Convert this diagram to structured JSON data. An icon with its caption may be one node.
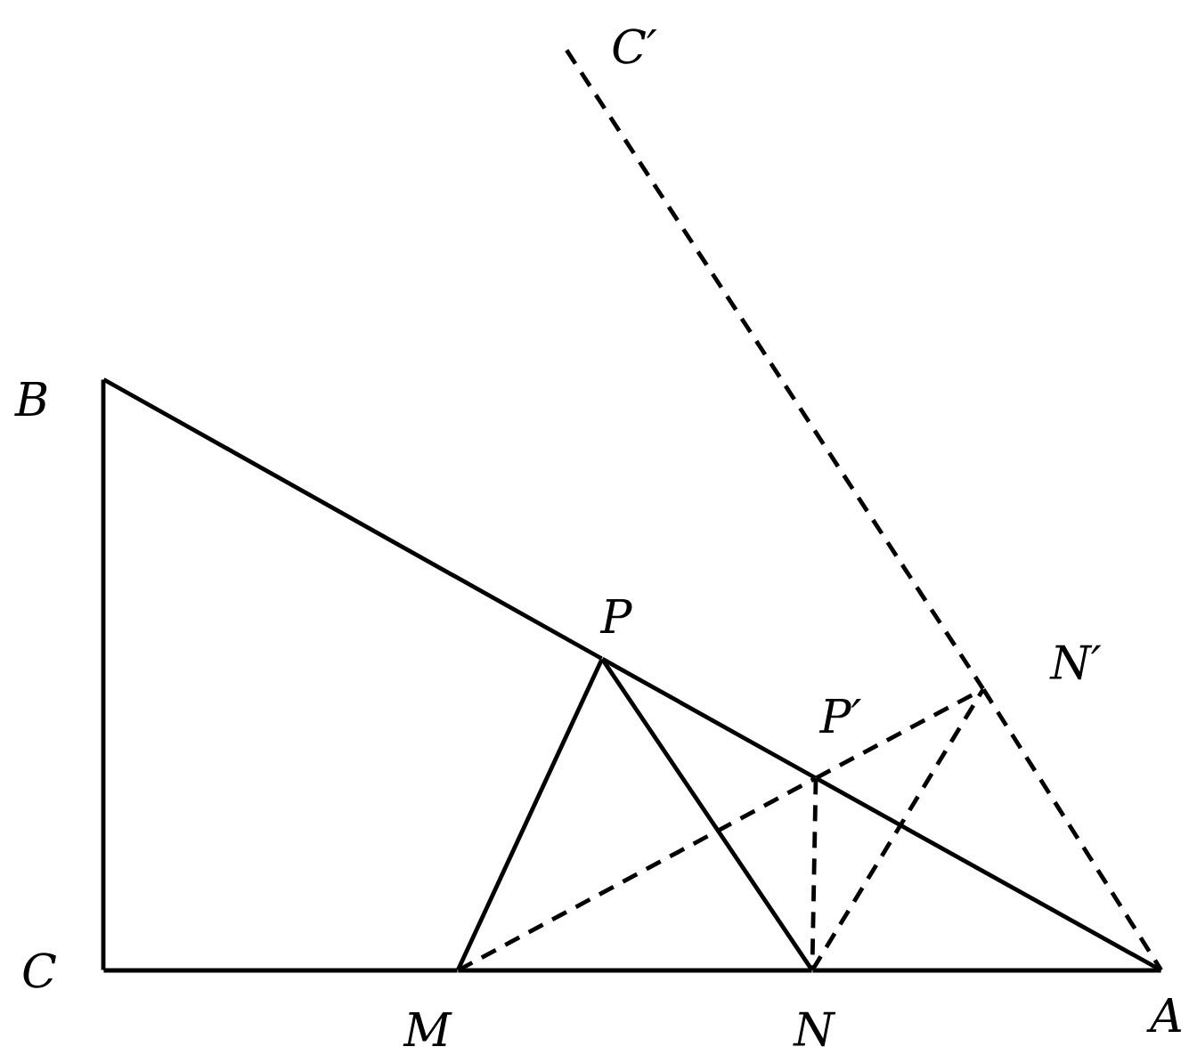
{
  "diagram": {
    "nodes": [
      {
        "text": [
          "B"
        ]
      },
      {
        "text": [
          "C"
        ]
      },
      {
        "text": [
          "M"
        ]
      },
      {
        "text": [
          "N"
        ]
      },
      {
        "text": [
          "A"
        ]
      },
      {
        "text": [
          "P"
        ]
      },
      {
        "text": [
          "P′"
        ]
      },
      {
        "text": [
          "N′"
        ]
      },
      {
        "text": [
          "C′"
        ]
      }
    ],
    "edges": [
      {
        "from": 0,
        "to": 1,
        "arrow": "none"
      },
      {
        "from": 1,
        "to": 2,
        "arrow": "none"
      },
      {
        "from": 2,
        "to": 3,
        "arrow": "none"
      },
      {
        "from": 3,
        "to": 4,
        "arrow": "none"
      },
      {
        "from": 0,
        "to": 5,
        "arrow": "none"
      },
      {
        "from": 5,
        "to": 6,
        "arrow": "none"
      },
      {
        "from": 6,
        "to": 4,
        "arrow": "none"
      },
      {
        "from": 5,
        "to": 2,
        "arrow": "none"
      },
      {
        "from": 5,
        "to": 3,
        "arrow": "none"
      },
      {
        "from": 2,
        "to": 6,
        "arrow": "none",
        "style": "dashed"
      },
      {
        "from": 6,
        "to": 7,
        "arrow": "none",
        "style": "dashed"
      },
      {
        "from": 6,
        "to": 3,
        "arrow": "none",
        "style": "dashed"
      },
      {
        "from": 3,
        "to": 7,
        "arrow": "none",
        "style": "dashed"
      },
      {
        "from": 8,
        "to": 7,
        "arrow": "none",
        "style": "dashed"
      },
      {
        "from": 7,
        "to": 4,
        "arrow": "none",
        "style": "dashed"
      }
    ]
  }
}
